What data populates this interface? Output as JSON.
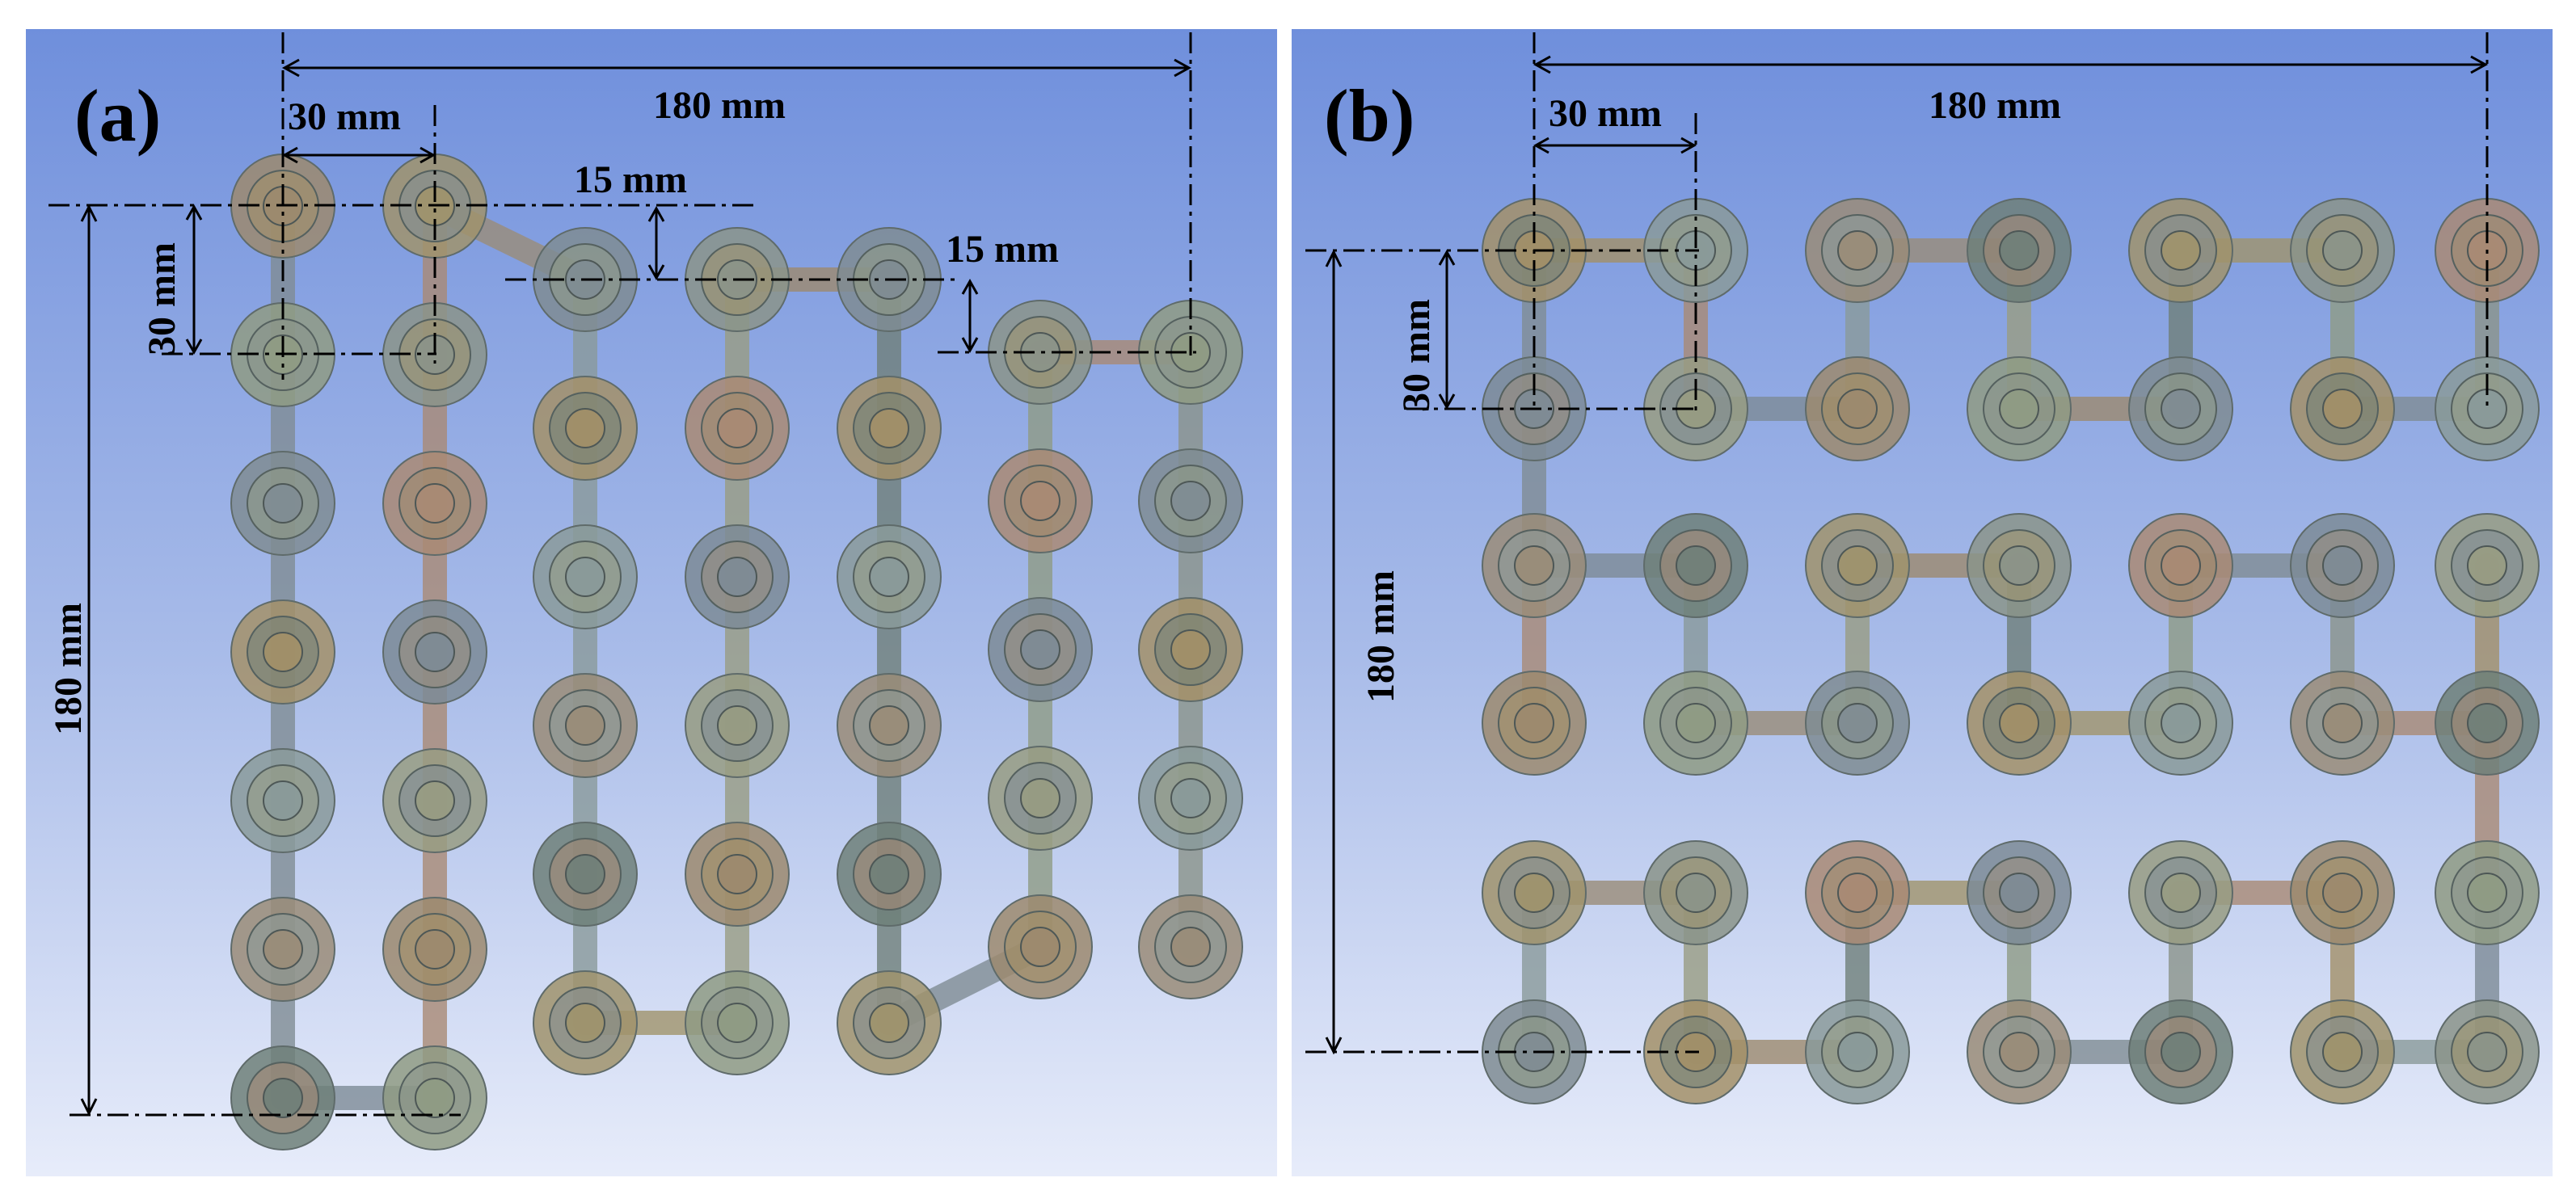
{
  "panels": [
    {
      "id": "a",
      "letter": "(a)",
      "dims": {
        "total_width": "180 mm",
        "pitch_x": "30 mm",
        "offset_1": "15 mm",
        "offset_2": "15 mm",
        "pitch_y": "30 mm",
        "total_height": "180 mm"
      }
    },
    {
      "id": "b",
      "letter": "(b)",
      "dims": {
        "total_width": "180 mm",
        "pitch_x": "30 mm",
        "pitch_y": "30 mm",
        "total_height": "180 mm"
      }
    }
  ],
  "palette": [
    "#9c8a6e",
    "#8f9b84",
    "#7f8c93",
    "#a39068",
    "#8a9a9a",
    "#9a8c78",
    "#6f8079",
    "#a0936c",
    "#8b948a",
    "#a98a74",
    "#7d8b96",
    "#989c82"
  ]
}
